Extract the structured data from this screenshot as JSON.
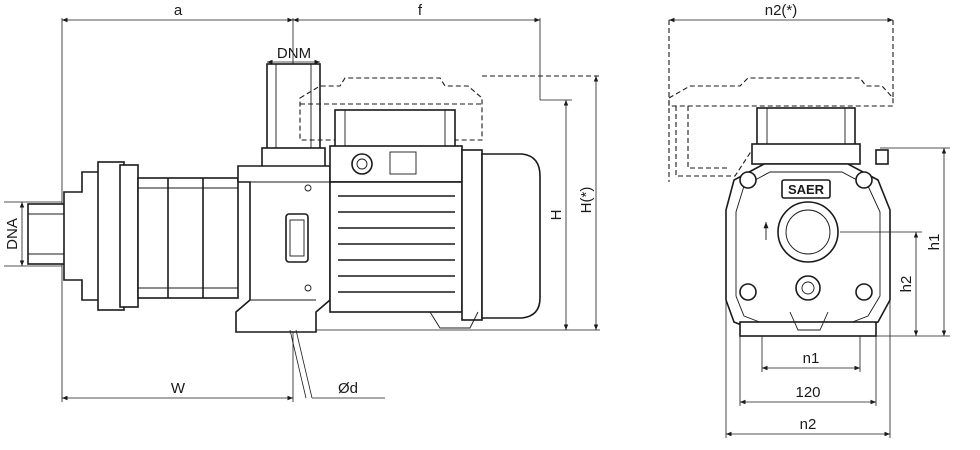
{
  "side_view": {
    "labels": {
      "a": "a",
      "f": "f",
      "dnm": "DNM",
      "dna": "DNA",
      "h": "H",
      "h_opt": "H(*)",
      "w": "W",
      "od": "Ød"
    }
  },
  "front_view": {
    "labels": {
      "n2_opt": "n2(*)",
      "h1": "h1",
      "h2": "h2",
      "n1": "n1",
      "width_120": "120",
      "n2": "n2"
    },
    "brand": "SAER"
  }
}
